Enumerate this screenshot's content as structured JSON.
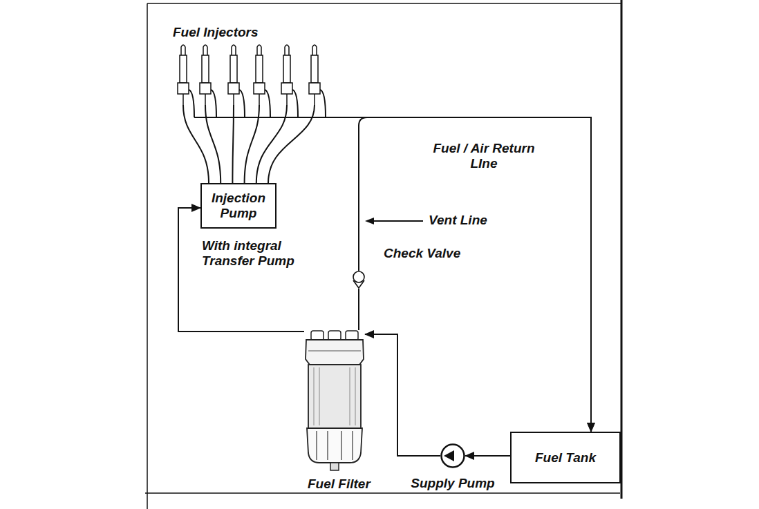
{
  "diagram": {
    "nodes": [
      {
        "text": [
          "Injection Pump",
          "With integral Transfer Pump"
        ]
      },
      {
        "text": [
          "Fuel Tank"
        ]
      },
      {
        "text": [
          "Supply Pump"
        ]
      },
      {
        "text": [
          "Fuel Filter"
        ]
      },
      {
        "text": [
          "Fuel Injectors"
        ]
      },
      {
        "text": [
          "Check Valve"
        ]
      }
    ],
    "edges": [
      {
        "from": 1,
        "to": 2,
        "arrow": "to"
      },
      {
        "from": 2,
        "to": 3,
        "arrow": "to"
      },
      {
        "from": 3,
        "to": 0,
        "arrow": "to"
      },
      {
        "from": 0,
        "to": 4,
        "arrow": "none"
      },
      {
        "from": 4,
        "to": 1,
        "arrow": "to"
      },
      {
        "from": 3,
        "to": 5,
        "arrow": "none"
      },
      {
        "from": 5,
        "to": 1,
        "arrow": "to"
      }
    ],
    "labels": [
      "Fuel / Air Return LIne",
      "Vent Line"
    ]
  }
}
